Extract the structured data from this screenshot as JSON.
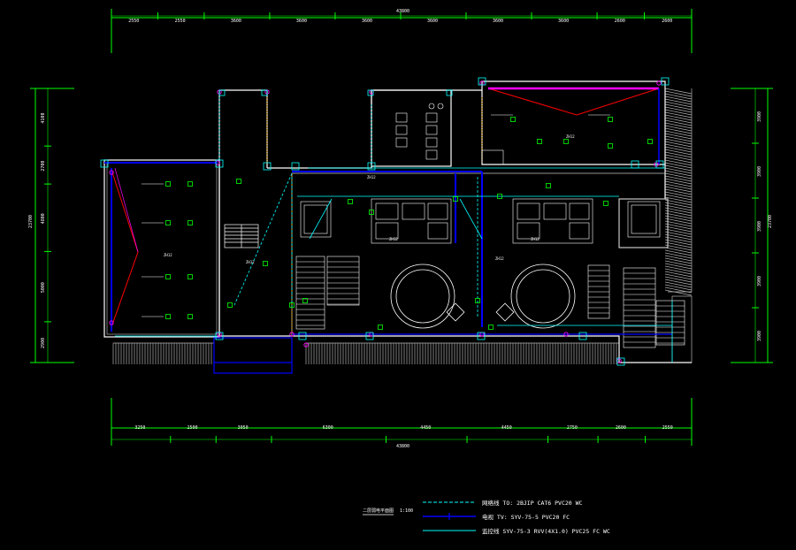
{
  "colors": {
    "background": "#000000",
    "dimension": "#00ff00",
    "wall": "#ffffff",
    "wall_inner": "#c8c8c8",
    "cyan": "#00ffff",
    "blue": "#0000ff",
    "magenta": "#ff00ff",
    "red": "#ff0000",
    "orange": "#ffb400",
    "hatch": "#b4b4b4"
  },
  "dimensions": {
    "top_total": "43800",
    "top_segments": [
      "2550",
      "2550",
      "3600",
      "3600",
      "3600",
      "3600",
      "3600",
      "3600",
      "2600",
      "2600"
    ],
    "bottom_total": "43800",
    "bottom_segments": [
      "3250",
      "2500",
      "3050",
      "6300",
      "4450",
      "4450",
      "2750",
      "2600",
      "2550"
    ],
    "left_total": "23700",
    "left_segments": [
      "4100",
      "2700",
      "4800",
      "5000",
      "2900"
    ],
    "right_total": "23700",
    "right_segments": [
      "3900",
      "3900",
      "3900",
      "3900",
      "3900"
    ]
  },
  "rooms": [
    {
      "label": "ZH12"
    },
    {
      "label": "ZH12"
    },
    {
      "label": "ZH12"
    },
    {
      "label": "ZH12"
    },
    {
      "label": "ZH12"
    },
    {
      "label": "ZH12"
    },
    {
      "label": "ZH12"
    }
  ],
  "title_block": {
    "title": "二层弱电平面图",
    "scale": "1:100"
  },
  "legend": [
    {
      "text": "网络线 TO: 2BJIP CAT6 PVC20 WC",
      "color": "#00ffff",
      "style": "dashed"
    },
    {
      "text": "电视 TV: SYV-75-5 PVC20 FC",
      "color": "#0000ff",
      "style": "solid-tick"
    },
    {
      "text": "监控线 SYV-75-3 RVV(4X1.0) PVC25 FC WC",
      "color": "#00ffff",
      "style": "solid"
    }
  ]
}
